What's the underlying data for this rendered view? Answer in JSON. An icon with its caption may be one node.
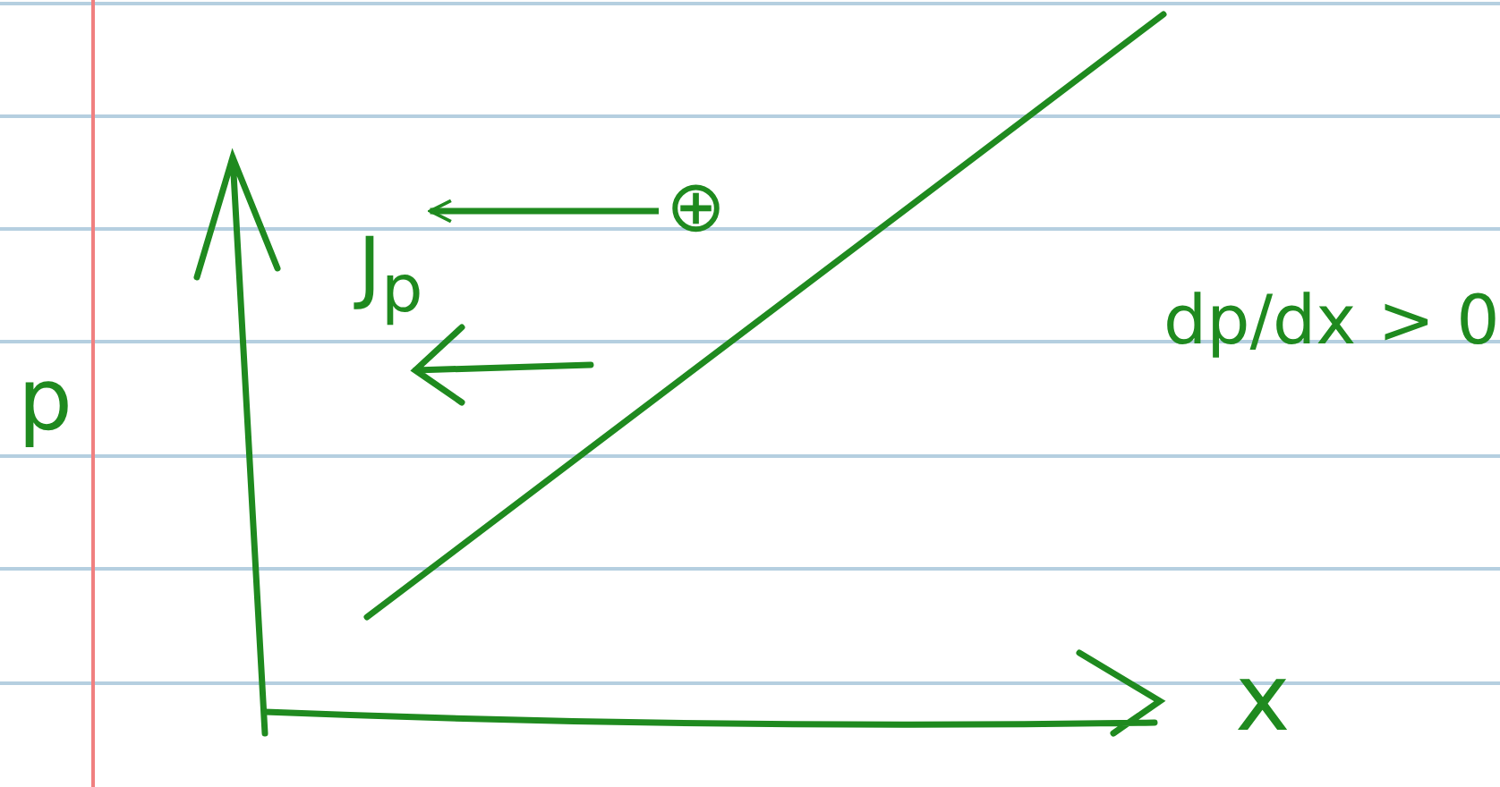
{
  "diagram": {
    "nodes": [
      {
        "text": [
          "J$_{p}$"
        ]
      },
      {
        "text": [
          "⊕"
        ]
      }
    ],
    "edges": [
      {
        "from": 1,
        "to": 0,
        "arrow": "to"
      }
    ],
    "labels": [
      "p",
      "x",
      "dp/dx > 0"
    ]
  }
}
